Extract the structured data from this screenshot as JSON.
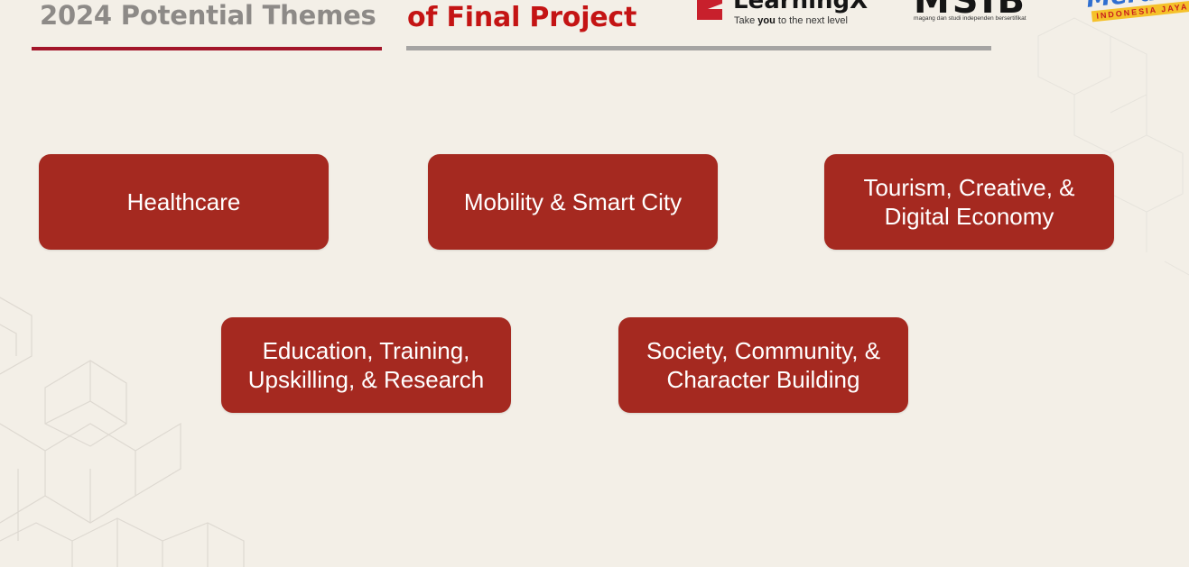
{
  "header": {
    "title_left": "2024 Potential Themes",
    "title_right": "of Final Project",
    "accent_color": "#a3162a",
    "title_right_color": "#c41414"
  },
  "logos": {
    "learningx": {
      "name": "LearningX",
      "tagline_pre": "Take ",
      "tagline_bold": "you",
      "tagline_post": " to the next level"
    },
    "msib": {
      "name": "MSIB",
      "tagline": "magang dan studi independen bersertifikat"
    },
    "kampus_merdeka": {
      "name": "Merdeka",
      "tagline": "INDONESIA JAYA"
    }
  },
  "themes": [
    {
      "label": "Healthcare"
    },
    {
      "label": "Mobility & Smart City"
    },
    {
      "label": "Tourism, Creative, &\nDigital Economy"
    },
    {
      "label": "Education, Training,\nUpskilling, & Research"
    },
    {
      "label": "Society, Community, &\nCharacter Building"
    }
  ],
  "colors": {
    "background": "#f3efe7",
    "card": "#a52920",
    "card_text": "#ffffff"
  }
}
